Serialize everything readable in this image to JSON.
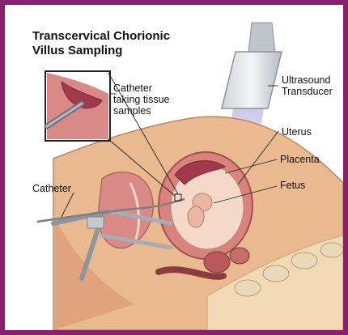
{
  "title_line1": "Transcervical Chorionic",
  "title_line2": "Villus Sampling",
  "labels": {
    "inset_line1": "Catheter",
    "inset_line2": "taking tissue",
    "inset_line3": "samples",
    "transducer_line1": "Ultrasound",
    "transducer_line2": "Transducer",
    "uterus": "Uterus",
    "placenta": "Placenta",
    "fetus": "Fetus",
    "catheter": "Catheter"
  },
  "colors": {
    "border": "#8a1f6e",
    "skin": "#e9b98f",
    "tissue": "#c7636b",
    "placenta": "#a03a4a",
    "bone": "#ead9b8",
    "instrument": "#9aa0a6"
  }
}
